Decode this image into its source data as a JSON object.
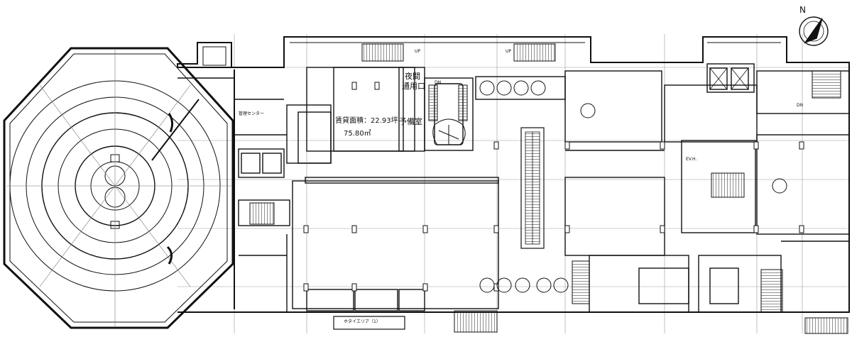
{
  "plan": {
    "north_label": "N",
    "up_labels": [
      "UP",
      "UP"
    ],
    "dn_labels": [
      "DN",
      "DN"
    ],
    "center_label": "管理センター",
    "lease_area_sqm": "賃貸面積：22.93坪",
    "lease_area_m2": "75.80㎡",
    "night_entrance_line1": "夜間",
    "night_entrance_line2": "通用口",
    "prep_room": "予備室",
    "ev_hall_label": "EV.H.",
    "bottom_area_label": "ホタイエリア（1）"
  }
}
